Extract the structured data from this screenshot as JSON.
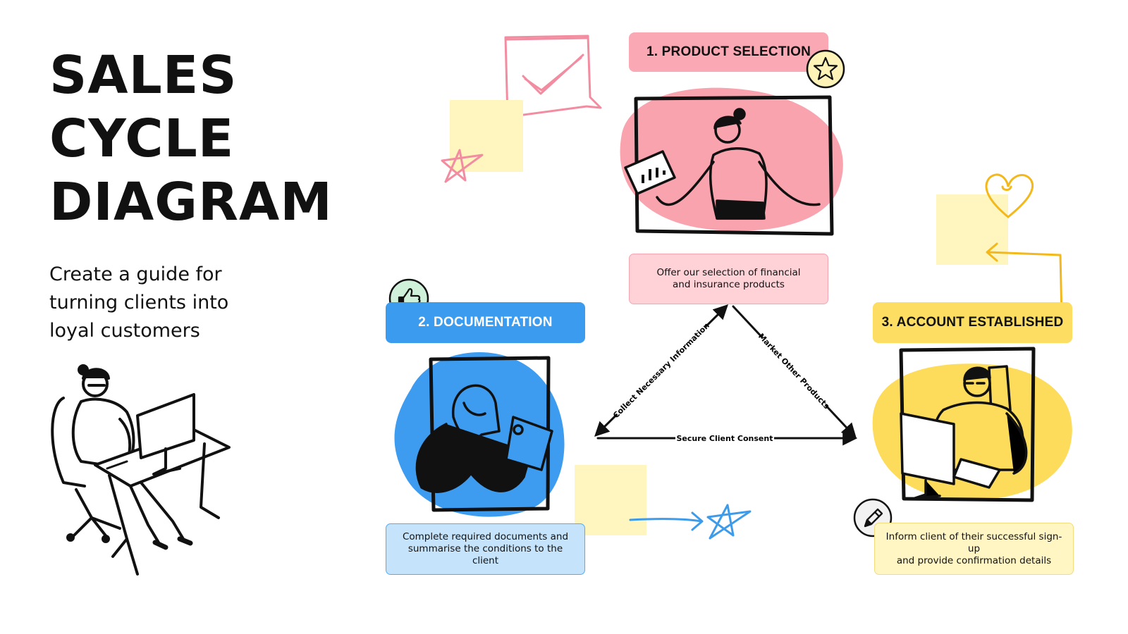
{
  "title_lines": [
    "SALES",
    "CYCLE",
    "DIAGRAM"
  ],
  "subtitle": "Create a guide for turning clients into loyal customers",
  "steps": [
    {
      "label": "1. PRODUCT SELECTION",
      "description": "Offer our selection of financial\nand insurance products",
      "header_color": "#F9A8B4",
      "desc_color": "#FFD2D8",
      "desc_border": "#F4A5B0",
      "blob_color": "#F9A3AE",
      "badge_icon": "star-icon"
    },
    {
      "label": "2. DOCUMENTATION",
      "description": "Complete required documents and\nsummarise the conditions to the client",
      "header_color": "#3B9BEF",
      "desc_color": "#C5E4FC",
      "desc_border": "#5AA9EE",
      "blob_color": "#3D9CF0",
      "badge_icon": "thumbs-up-icon"
    },
    {
      "label": "3. ACCOUNT ESTABLISHED",
      "description": "Inform client of their successful sign-up\nand provide confirmation details",
      "header_color": "#FDDD62",
      "desc_color": "#FFF6C4",
      "desc_border": "#F2DC7E",
      "blob_color": "#FDDC5C",
      "badge_icon": "pencil-icon"
    }
  ],
  "edges": {
    "left": "Collect Necessary Information",
    "right": "Market Other Products",
    "bottom": "Secure Client Consent"
  },
  "colors": {
    "sticky_note": "#FFF6BF",
    "pink_doodle": "#F28CA0",
    "blue_doodle": "#3D9BE9",
    "yellow_doodle": "#F2B81C",
    "badge_green": "#CFF1D9",
    "badge_yellow": "#FFF3B8",
    "badge_grey": "#F2F2F2"
  }
}
